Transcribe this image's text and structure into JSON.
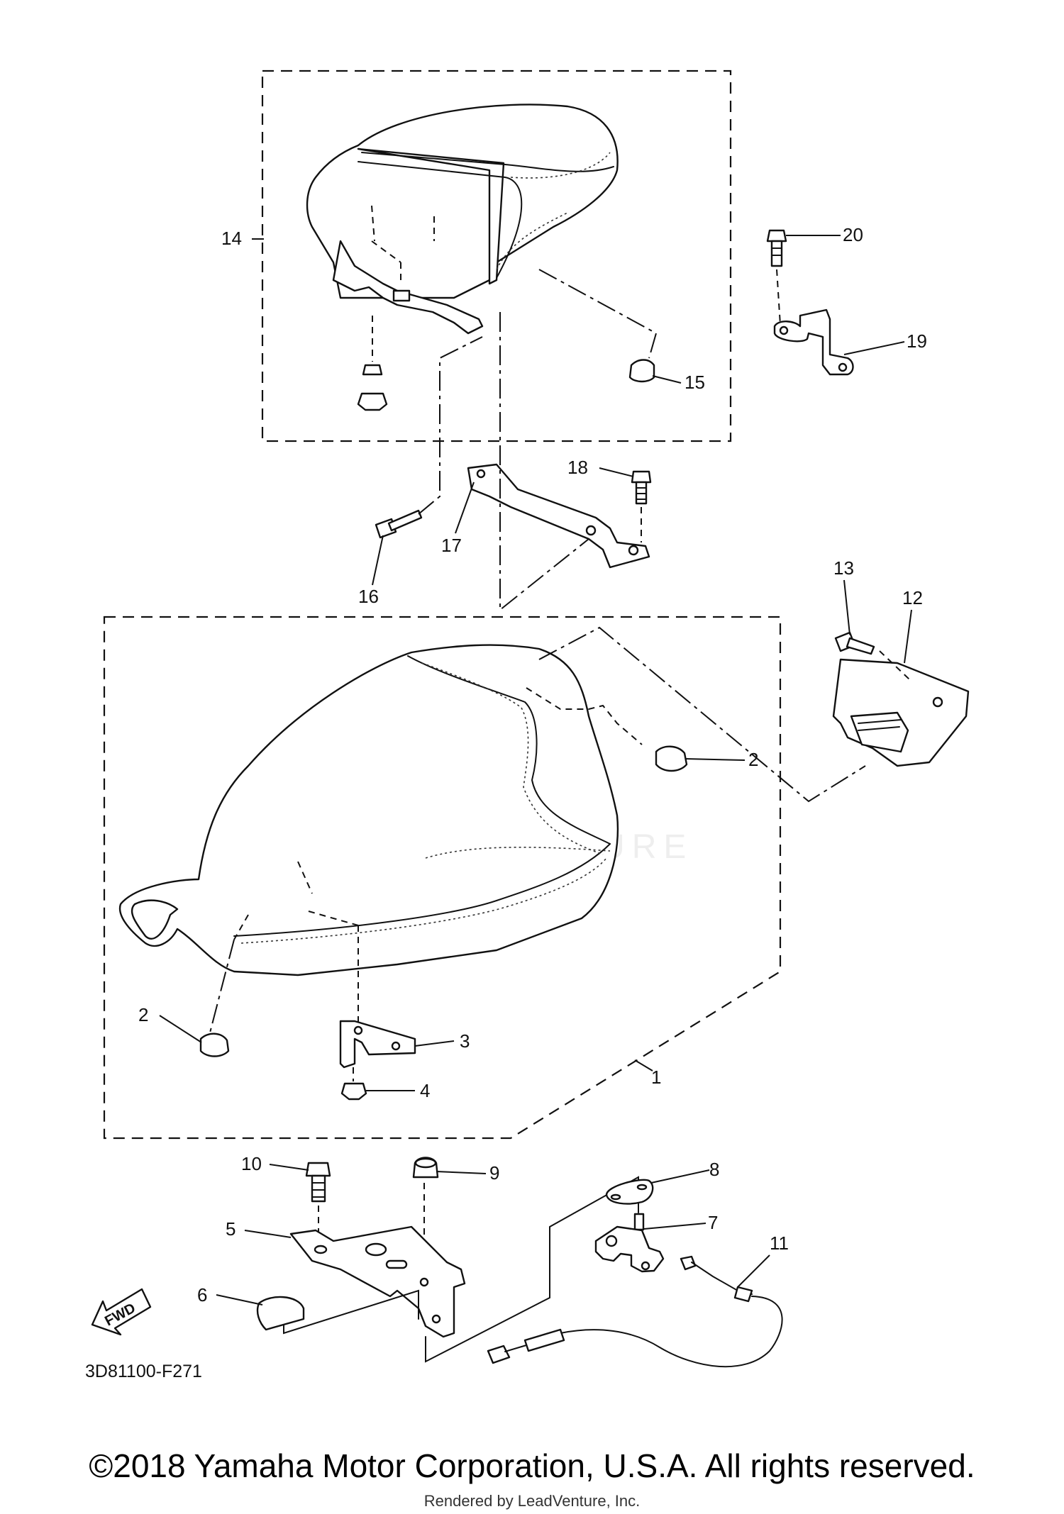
{
  "diagram": {
    "code": "3D81100-F271",
    "fwd_label": "FWD",
    "watermark": "LEADVENTURE",
    "copyright": "©2018 Yamaha Motor Corporation, U.S.A. All rights reserved.",
    "rendered_by": "Rendered by LeadVenture, Inc."
  },
  "callouts": {
    "p1": "1",
    "p2a": "2",
    "p2b": "2",
    "p3": "3",
    "p4": "4",
    "p5": "5",
    "p6": "6",
    "p7": "7",
    "p8": "8",
    "p9": "9",
    "p10": "10",
    "p11": "11",
    "p12": "12",
    "p13": "13",
    "p14": "14",
    "p15": "15",
    "p16": "16",
    "p17": "17",
    "p18": "18",
    "p19": "19",
    "p20": "20"
  }
}
